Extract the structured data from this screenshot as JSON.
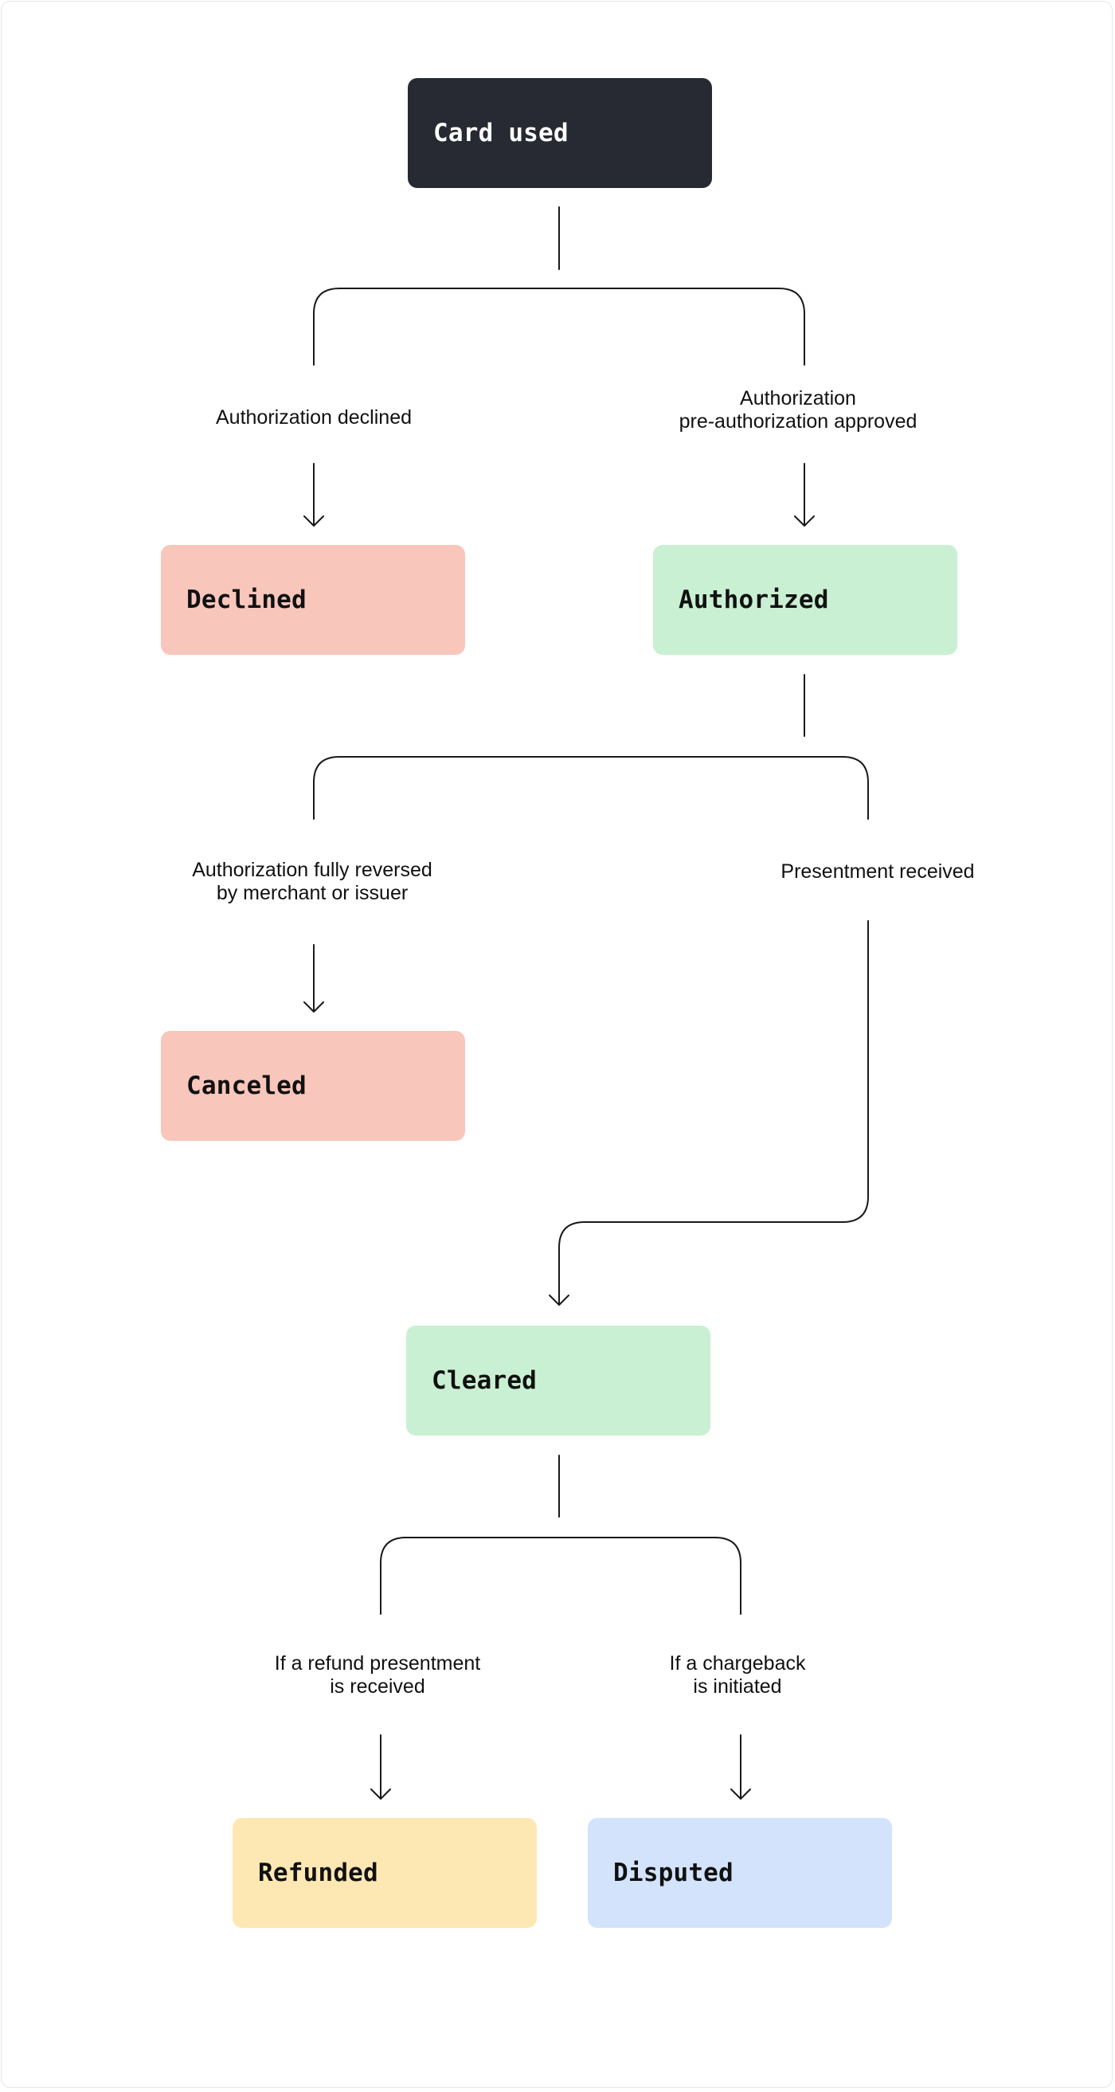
{
  "colors": {
    "dark": "#272a33",
    "declined_red": "#f8c6bb",
    "approved_green": "#c9f0d2",
    "refund_yellow": "#fde8b4",
    "dispute_blue": "#d2e3fb",
    "line": "#1a1a1a"
  },
  "nodes": {
    "card_used": "Card used",
    "declined": "Declined",
    "authorized": "Authorized",
    "canceled": "Canceled",
    "cleared": "Cleared",
    "refunded": "Refunded",
    "disputed": "Disputed"
  },
  "edges": {
    "authorization_declined": [
      "Authorization declined"
    ],
    "authorization_approved": [
      "Authorization",
      "pre-authorization approved"
    ],
    "fully_reversed": [
      "Authorization fully reversed",
      "by merchant or issuer"
    ],
    "presentment_received": [
      "Presentment received"
    ],
    "refund_presentment": [
      "If a refund presentment",
      "is received"
    ],
    "chargeback_initiated": [
      "If a chargeback",
      "is initiated"
    ]
  }
}
